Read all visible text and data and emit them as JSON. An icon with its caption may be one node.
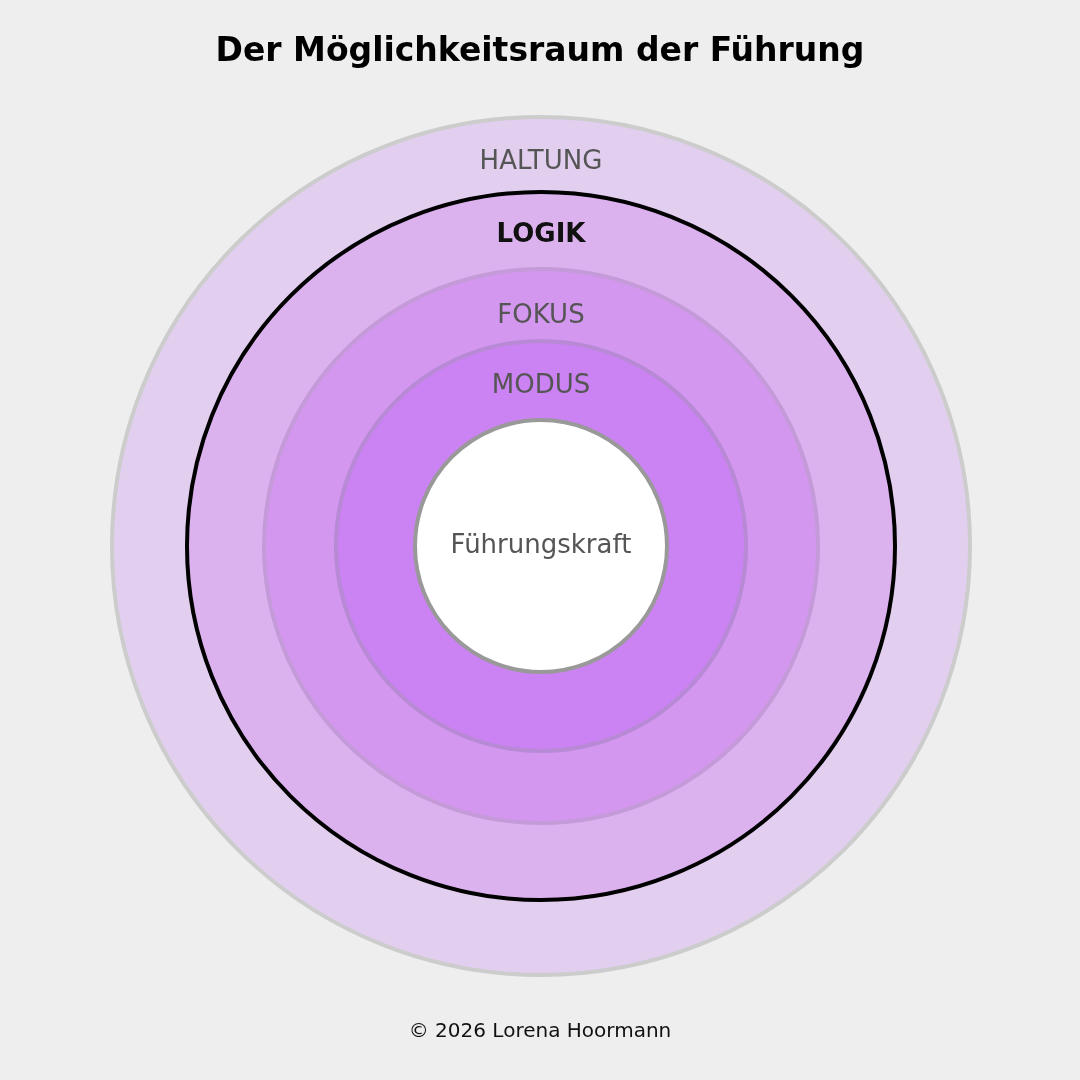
{
  "diagram": {
    "title": "Der Möglichkeitsraum der Führung",
    "nodes": [
      {
        "text": [
          "HALTUNG"
        ]
      },
      {
        "text": [
          "LOGIK"
        ],
        "in": 0
      },
      {
        "text": [
          "FOKUS"
        ],
        "in": 1
      },
      {
        "text": [
          "MODUS"
        ],
        "in": 2
      },
      {
        "text": [
          "Führungskraft"
        ],
        "in": 3
      }
    ],
    "labels": [
      "© 2026 Lorena Hoormann"
    ]
  }
}
